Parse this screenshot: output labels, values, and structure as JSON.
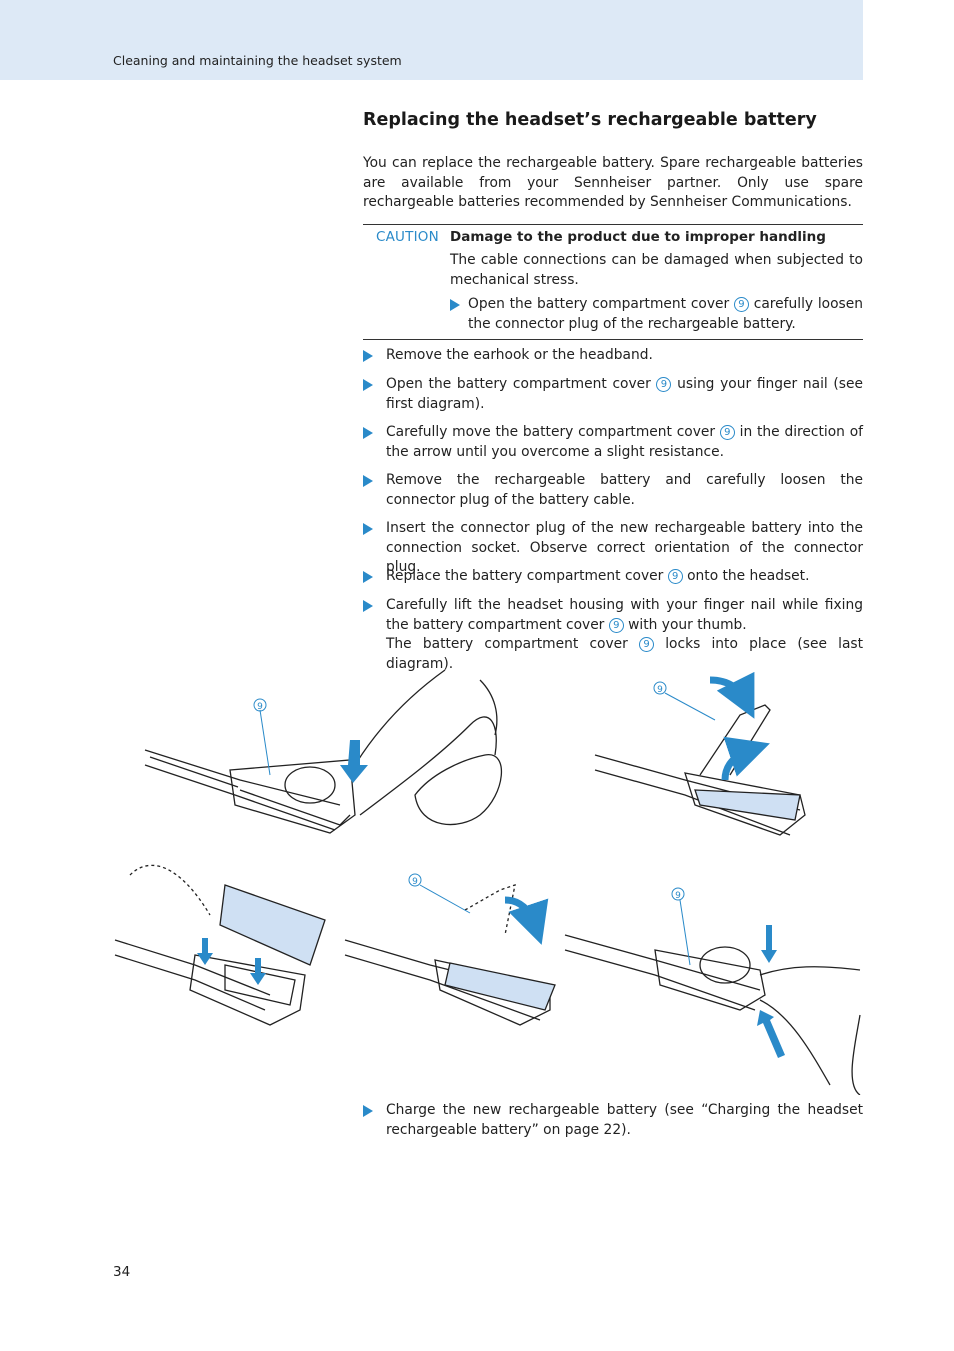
{
  "header": {
    "section": "Cleaning and maintaining the headset system"
  },
  "title": "Replacing the headset’s rechargeable battery",
  "intro": "You can replace the rechargeable battery. Spare rechargeable batteries are available from your Sennheiser partner. Only use spare rechargeable batteries recommended by Sennheiser Communications.",
  "caution": {
    "label": "CAUTION",
    "heading": "Damage to the product due to improper handling",
    "body": "The cable connections can be damaged when subjected to mechanical stress.",
    "step_before": "Open the battery compartment cover",
    "step_after": "carefully loosen the connector plug of the rechargeable battery."
  },
  "callout_number": "9",
  "steps": [
    {
      "before": "Remove the earhook or the headband.",
      "after": ""
    },
    {
      "before": "Open the battery compartment cover",
      "after": "using your finger nail (see first diagram)."
    },
    {
      "before": "Carefully move the battery compartment cover",
      "after": "in the direction of the arrow until you overcome a slight resistance."
    },
    {
      "before": "Remove the rechargeable battery and carefully loosen the connector plug of the battery cable.",
      "after": ""
    },
    {
      "before": "Insert the connector plug of the new rechargeable battery into the connection socket. Observe correct orientation of the connector plug.",
      "after": ""
    },
    {
      "before": "Replace the battery compartment cover",
      "after": "onto the headset."
    },
    {
      "before": "Carefully lift the headset housing with your finger nail while fixing the battery compartment cover",
      "after": "with your thumb.",
      "line2_before": "The battery compartment cover",
      "line2_after": "locks into place (see last diagram)."
    }
  ],
  "final_step": "Charge the new rechargeable battery (see “Charging the headset rechargeable battery” on page 22).",
  "page_number": "34",
  "colors": {
    "accent": "#2a8ac9",
    "header_band": "#dde9f6",
    "battery_fill": "#cfe0f3"
  }
}
